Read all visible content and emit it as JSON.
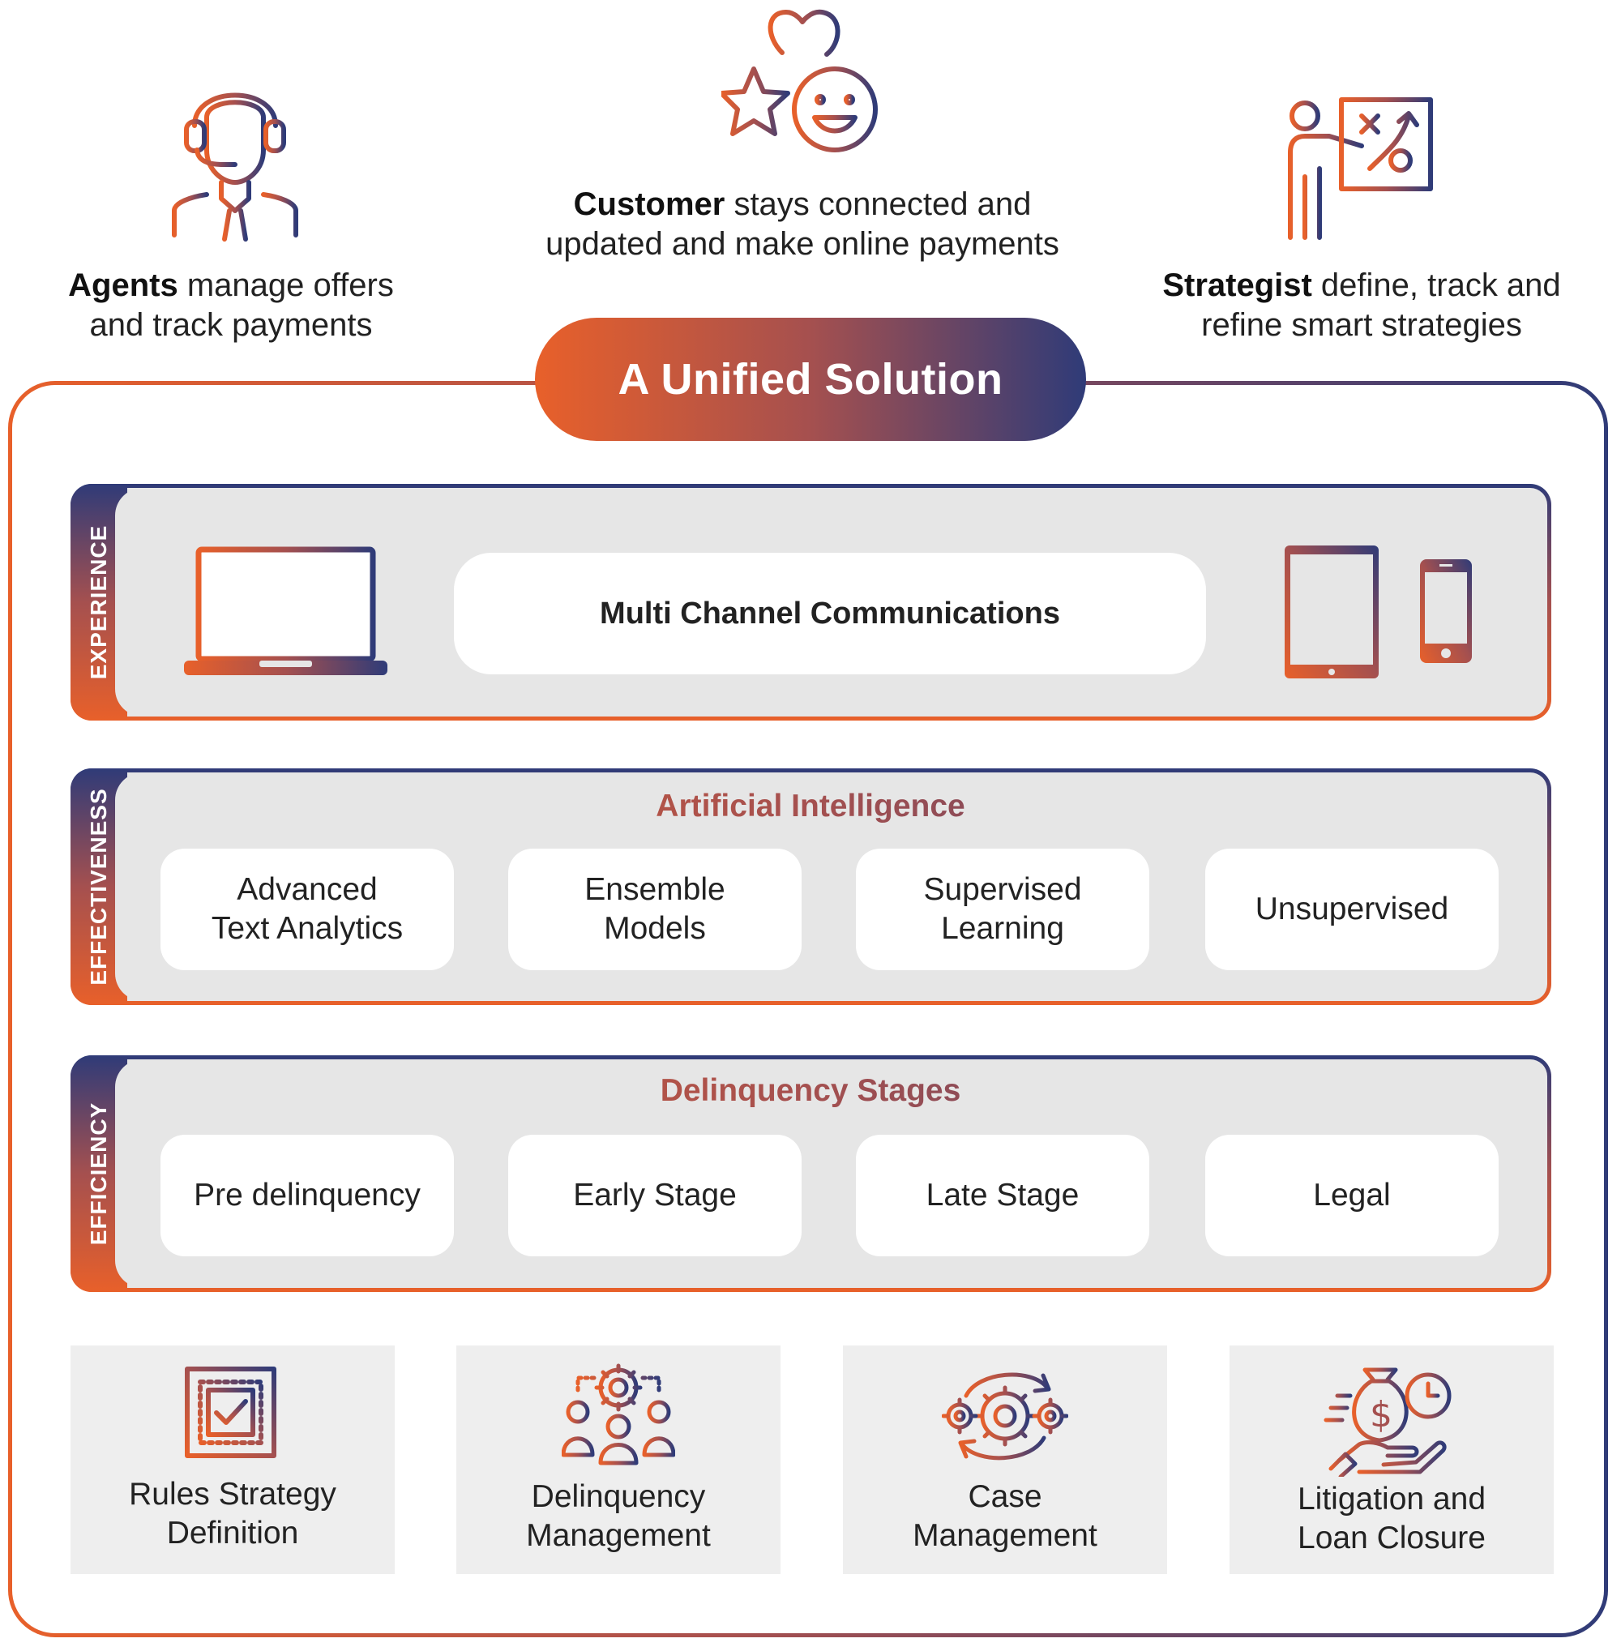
{
  "personas": {
    "agents": {
      "bold": "Agents",
      "rest1": " manage offers",
      "line2": "and track payments"
    },
    "customer": {
      "bold": "Customer",
      "rest1": " stays connected and",
      "line2": "updated and make online payments"
    },
    "strategist": {
      "bold": "Strategist",
      "rest1": " define, track and",
      "line2": "refine smart strategies"
    }
  },
  "banner": {
    "title": "A Unified Solution"
  },
  "layers": {
    "experience": {
      "tab": "EXPERIENCE",
      "center_card": "Multi Channel Communications"
    },
    "effectiveness": {
      "tab": "EFFECTIVENESS",
      "title": "Artificial Intelligence",
      "cards": [
        {
          "line1": "Advanced",
          "line2": "Text Analytics"
        },
        {
          "line1": "Ensemble",
          "line2": "Models"
        },
        {
          "line1": "Supervised",
          "line2": "Learning"
        },
        {
          "line1": "Unsupervised",
          "line2": ""
        }
      ]
    },
    "efficiency": {
      "tab": "EFFICIENCY",
      "title": "Delinquency Stages",
      "cards": [
        "Pre delinquency",
        "Early Stage",
        "Late Stage",
        "Legal"
      ]
    }
  },
  "modules": [
    {
      "line1": "Rules Strategy",
      "line2": "Definition",
      "icon": "checklist-icon"
    },
    {
      "line1": "Delinquency",
      "line2": "Management",
      "icon": "team-gear-icon"
    },
    {
      "line1": "Case",
      "line2": "Management",
      "icon": "gears-cycle-icon"
    },
    {
      "line1": "Litigation and",
      "line2": "Loan Closure",
      "icon": "money-bag-hand-icon"
    }
  ],
  "colors": {
    "orange": "#e8602a",
    "navy": "#2f3b78",
    "panel": "#e6e6e6"
  }
}
